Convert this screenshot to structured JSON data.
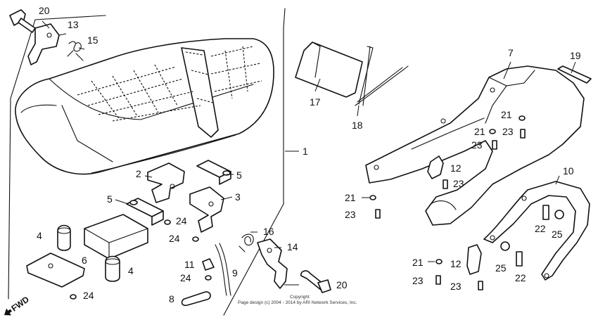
{
  "callouts": [
    {
      "id": "c-20a",
      "text": "20"
    },
    {
      "id": "c-13",
      "text": "13"
    },
    {
      "id": "c-15",
      "text": "15"
    },
    {
      "id": "c-17",
      "text": "17"
    },
    {
      "id": "c-18",
      "text": "18"
    },
    {
      "id": "c-7",
      "text": "7"
    },
    {
      "id": "c-19",
      "text": "19"
    },
    {
      "id": "c-21a",
      "text": "21"
    },
    {
      "id": "c-21b",
      "text": "21"
    },
    {
      "id": "c-23a",
      "text": "23"
    },
    {
      "id": "c-23b",
      "text": "23"
    },
    {
      "id": "c-1",
      "text": "1"
    },
    {
      "id": "c-2",
      "text": "2"
    },
    {
      "id": "c-5a",
      "text": "5"
    },
    {
      "id": "c-12a",
      "text": "12"
    },
    {
      "id": "c-23c",
      "text": "23"
    },
    {
      "id": "c-10",
      "text": "10"
    },
    {
      "id": "c-5b",
      "text": "5"
    },
    {
      "id": "c-3",
      "text": "3"
    },
    {
      "id": "c-21c",
      "text": "21"
    },
    {
      "id": "c-24a",
      "text": "24"
    },
    {
      "id": "c-23d",
      "text": "23"
    },
    {
      "id": "c-4a",
      "text": "4"
    },
    {
      "id": "c-22a",
      "text": "22"
    },
    {
      "id": "c-25a",
      "text": "25"
    },
    {
      "id": "c-16",
      "text": "16"
    },
    {
      "id": "c-24b",
      "text": "24"
    },
    {
      "id": "c-14",
      "text": "14"
    },
    {
      "id": "c-6",
      "text": "6"
    },
    {
      "id": "c-11",
      "text": "11"
    },
    {
      "id": "c-4b",
      "text": "4"
    },
    {
      "id": "c-9",
      "text": "9"
    },
    {
      "id": "c-24c",
      "text": "24"
    },
    {
      "id": "c-21d",
      "text": "21"
    },
    {
      "id": "c-12b",
      "text": "12"
    },
    {
      "id": "c-25b",
      "text": "25"
    },
    {
      "id": "c-22b",
      "text": "22"
    },
    {
      "id": "c-20b",
      "text": "20"
    },
    {
      "id": "c-23e",
      "text": "23"
    },
    {
      "id": "c-23f",
      "text": "23"
    },
    {
      "id": "c-8",
      "text": "8"
    },
    {
      "id": "c-24d",
      "text": "24"
    }
  ],
  "fwd_label": "FWD",
  "copyright_line1": "Copyright",
  "copyright_line2": "Page design (c) 2004 - 2014 by ARI Network Services, Inc."
}
